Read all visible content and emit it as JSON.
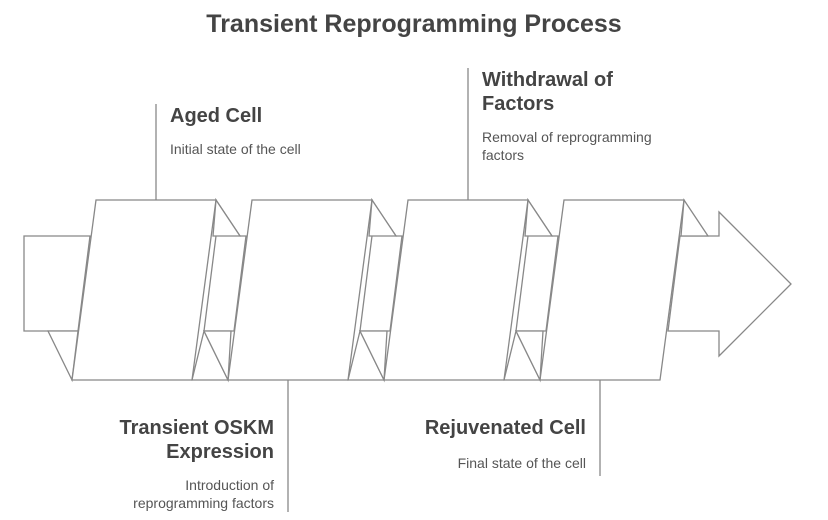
{
  "title": "Transient Reprogramming Process",
  "stages": [
    {
      "title": "Aged Cell",
      "description": "Initial state of the cell",
      "position": "top"
    },
    {
      "title": "Transient OSKM Expression",
      "title_lines": [
        "Transient OSKM",
        "Expression"
      ],
      "description": "Introduction of reprogramming factors",
      "description_lines": [
        "Introduction of",
        "reprogramming factors"
      ],
      "position": "bottom"
    },
    {
      "title": "Withdrawal of Factors",
      "title_lines": [
        "Withdrawal of",
        "Factors"
      ],
      "description": "Removal of reprogramming factors",
      "description_lines": [
        "Removal of reprogramming",
        "factors"
      ],
      "position": "top"
    },
    {
      "title": "Rejuvenated Cell",
      "description": "Final state of the cell",
      "position": "bottom"
    }
  ],
  "colors": {
    "stroke": "#888888",
    "text": "#444444",
    "fill": "#ffffff"
  }
}
